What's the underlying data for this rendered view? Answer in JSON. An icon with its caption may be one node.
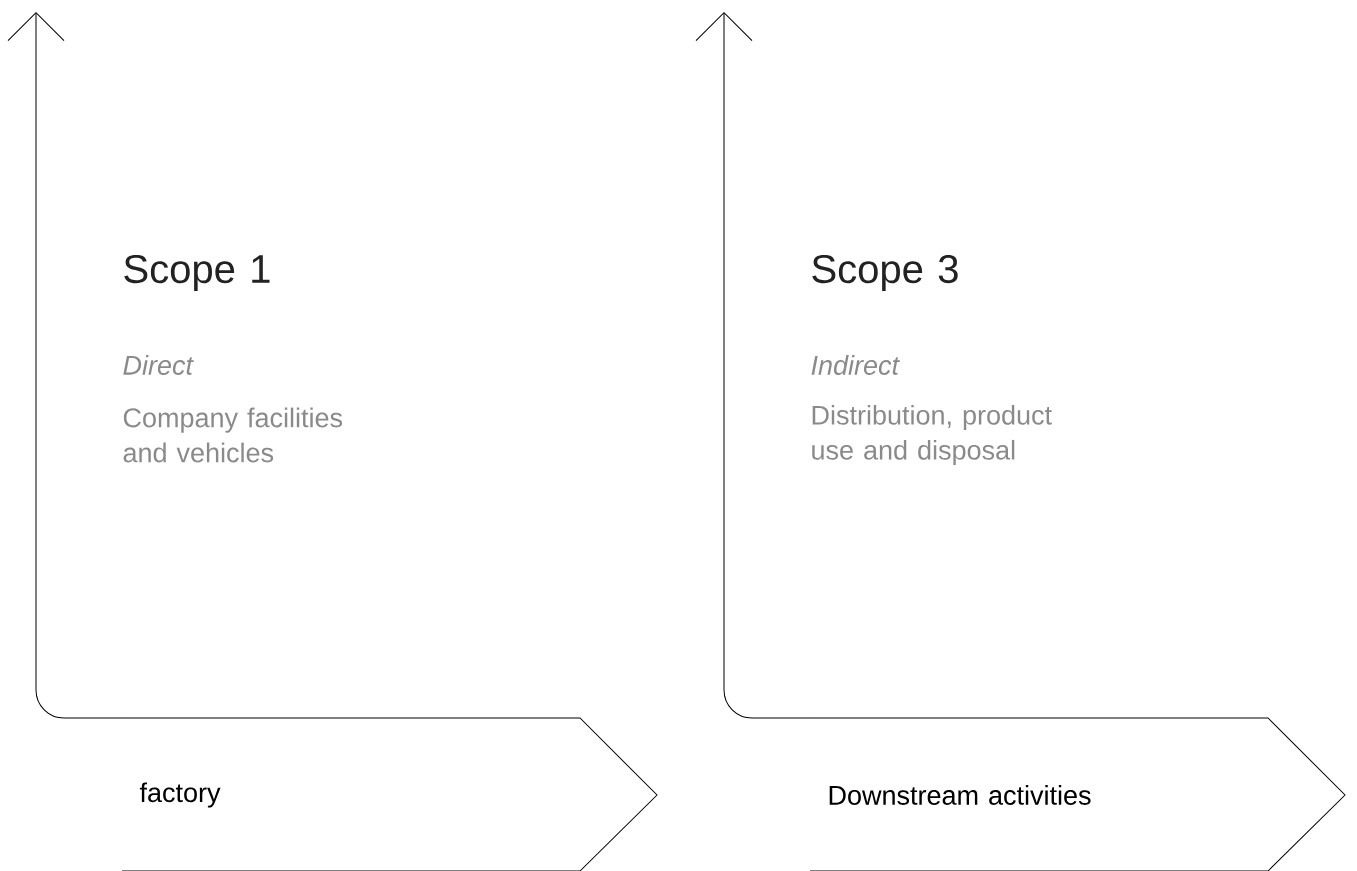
{
  "diagram": {
    "nodes": [
      {
        "text": [
          "factory"
        ]
      },
      {
        "text": [
          "Downstream activities"
        ]
      }
    ],
    "edges": [
      {
        "from": 0,
        "to": null,
        "arrow": "to"
      },
      {
        "from": 1,
        "to": null,
        "arrow": "to"
      }
    ],
    "labels": [
      "Scope 1",
      "Direct",
      "Company facilities and vehicles",
      "Scope 3",
      "Indirect",
      "Distribution, product use and disposal"
    ]
  }
}
